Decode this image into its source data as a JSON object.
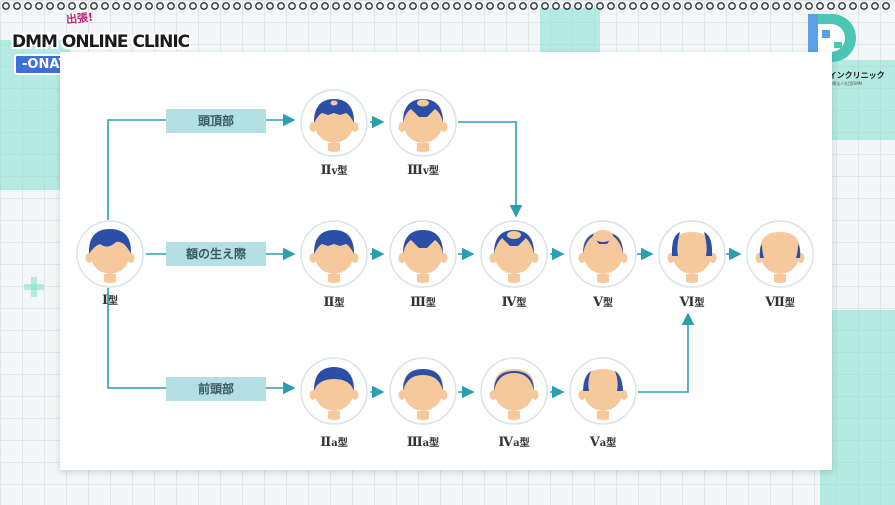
{
  "brand": {
    "sub": "出張!",
    "main": "DMM ONLINE CLINIC",
    "tag": "-ONAYAMI CHOICE-",
    "right_name": "DMM オンラインクリニック",
    "right_sub": "produced by 医療法人社団DMM"
  },
  "colors": {
    "arrow": "#2a9fb0",
    "hair": "#2b4fa6",
    "skin": "#f6c99c",
    "label_bg": "#b4dfe3"
  },
  "regions": {
    "crown": "頭頂部",
    "hairline": "額の生え際",
    "front": "前頭部"
  },
  "types": {
    "t1": {
      "num": "Ⅰ",
      "suffix": "",
      "jp": "型"
    },
    "t2": {
      "num": "Ⅱ",
      "suffix": "",
      "jp": "型"
    },
    "t3": {
      "num": "Ⅲ",
      "suffix": "",
      "jp": "型"
    },
    "t4": {
      "num": "Ⅳ",
      "suffix": "",
      "jp": "型"
    },
    "t5": {
      "num": "Ⅴ",
      "suffix": "",
      "jp": "型"
    },
    "t6": {
      "num": "Ⅵ",
      "suffix": "",
      "jp": "型"
    },
    "t7": {
      "num": "Ⅶ",
      "suffix": "",
      "jp": "型"
    },
    "t2v": {
      "num": "Ⅱ",
      "suffix": "v",
      "jp": "型"
    },
    "t3v": {
      "num": "Ⅲ",
      "suffix": "v",
      "jp": "型"
    },
    "t2a": {
      "num": "Ⅱ",
      "suffix": "a",
      "jp": "型"
    },
    "t3a": {
      "num": "Ⅲ",
      "suffix": "a",
      "jp": "型"
    },
    "t4a": {
      "num": "Ⅳ",
      "suffix": "a",
      "jp": "型"
    },
    "t5a": {
      "num": "Ⅴ",
      "suffix": "a",
      "jp": "型"
    }
  }
}
